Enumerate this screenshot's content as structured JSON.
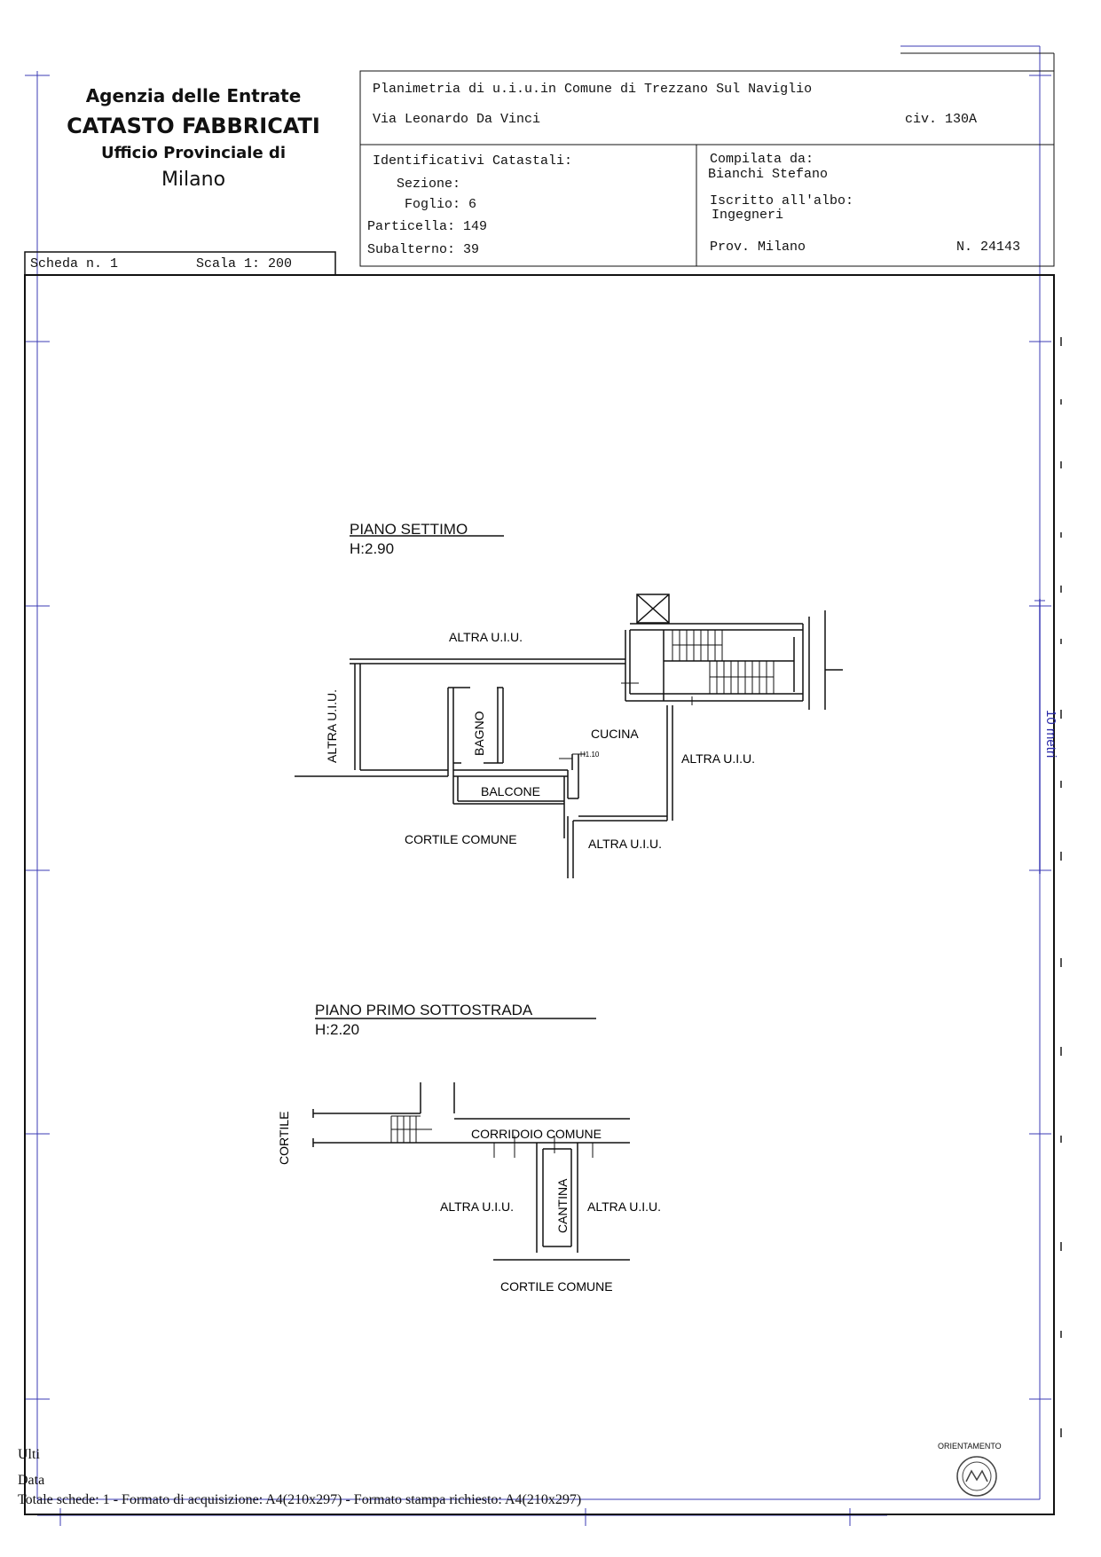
{
  "header": {
    "agency_line1": "Agenzia delle Entrate",
    "agency_line2": "CATASTO FABBRICATI",
    "agency_line3": "Ufficio Provinciale di",
    "agency_line4": "Milano",
    "planimetria": "Planimetria di u.i.u.in Comune di Trezzano Sul Naviglio",
    "address": "Via Leonardo Da Vinci",
    "civico": "civ. 130A",
    "identificativi_title": "Identificativi Catastali:",
    "sezione": "Sezione:",
    "foglio": "Foglio: 6",
    "particella": "Particella: 149",
    "subalterno": "Subalterno: 39",
    "compilata_label": "Compilata da:",
    "compilata_name": "Bianchi Stefano",
    "iscritto_label": "Iscritto all'albo:",
    "iscritto_value": "Ingegneri",
    "prov": "Prov. Milano",
    "numero": "N. 24143",
    "scheda": "Scheda n. 1",
    "scala": "Scala 1: 200"
  },
  "plans": {
    "upper": {
      "title": "PIANO SETTIMO",
      "height": "H:2.90",
      "labels": {
        "altra_top": "ALTRA U.I.U.",
        "altra_left": "ALTRA U.I.U.",
        "bagno": "BAGNO",
        "cucina": "CUCINA",
        "h110": "H1.10",
        "altra_right": "ALTRA U.I.U.",
        "balcone": "BALCONE",
        "cortile_comune": "CORTILE COMUNE",
        "altra_bottom": "ALTRA U.I.U."
      }
    },
    "lower": {
      "title": "PIANO PRIMO SOTTOSTRADA",
      "height": "H:2.20",
      "labels": {
        "cortile": "CORTILE",
        "corridoio": "CORRIDOIO COMUNE",
        "altra_left": "ALTRA U.I.U.",
        "cantina": "CANTINA",
        "altra_right": "ALTRA U.I.U.",
        "cortile_comune": "CORTILE COMUNE"
      }
    }
  },
  "scale_bar": "10 metri",
  "orientamento": "ORIENTAMENTO",
  "footer": {
    "line1": "Ulti",
    "line2": "Data",
    "line3": "Totale schede: 1 - Formato di acquisizione: A4(210x297) - Formato stampa richiesto: A4(210x297)"
  }
}
